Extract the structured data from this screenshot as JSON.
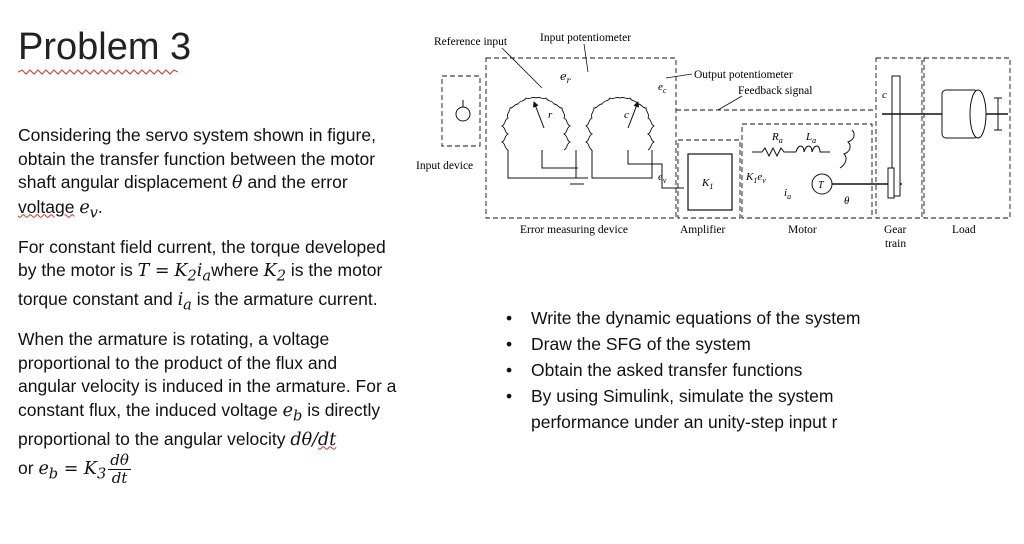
{
  "title": "Problem 3",
  "paragraph1": {
    "text1": "Considering the servo system shown in figure, obtain the transfer function between the motor shaft angular displacement ",
    "theta": "θ",
    "text2": "and the error ",
    "voltage": "voltage",
    "ev": "e",
    "ev_sub": "v",
    "end": "."
  },
  "paragraph2": {
    "text1": "For constant field current, the torque developed by the motor is ",
    "eq": "T =",
    "k2": "K",
    "k2_sub": "2",
    "ia": "i",
    "ia_sub": "a",
    "text2": "where ",
    "k2b": "K",
    "k2b_sub": "2",
    "text3": " is the motor torque constant and ",
    "ia2": "i",
    "ia2_sub": "a",
    "text4": " is the armature current."
  },
  "paragraph3": {
    "text1": "When the armature is rotating, a voltage proportional to the product of the flux and angular velocity is induced in the armature. For a constant flux, the induced voltage ",
    "eb": "e",
    "eb_sub": "b",
    "text2": " is directly proportional to the angular velocity ",
    "dtheta": "dθ/",
    "dt": "dt",
    "or": "or ",
    "eb2": "e",
    "eb2_sub": "b",
    "eq": " = K",
    "k3_sub": "3",
    "frac_num": "dθ",
    "frac_den": "dt"
  },
  "diagram": {
    "reference_input": "Reference input",
    "input_potentiometer": "Input potentiometer",
    "output_potentiometer": "Output potentiometer",
    "feedback_signal": "Feedback signal",
    "input_device": "Input device",
    "error_measuring_device": "Error measuring device",
    "amplifier": "Amplifier",
    "motor": "Motor",
    "gear_train_1": "Gear",
    "gear_train_2": "train",
    "load": "Load",
    "er": "e",
    "er_sub": "r",
    "ec": "e",
    "ec_sub": "c",
    "ev": "e",
    "ev_sub": "v",
    "r": "r",
    "c": "c",
    "c2": "c",
    "k1": "K",
    "k1_sub": "1",
    "k1ev": "K",
    "k1ev_sub": "1",
    "k1ev_e": "e",
    "k1ev_e_sub": "v",
    "ra": "R",
    "ra_sub": "a",
    "la": "L",
    "la_sub": "a",
    "ia": "i",
    "ia_sub": "a",
    "T": "T",
    "theta": "θ"
  },
  "bullets": [
    "Write the dynamic equations of the system",
    "Draw the SFG of the system",
    "Obtain the asked transfer functions",
    "By using Simulink,  simulate the system performance under an unity-step input r"
  ]
}
